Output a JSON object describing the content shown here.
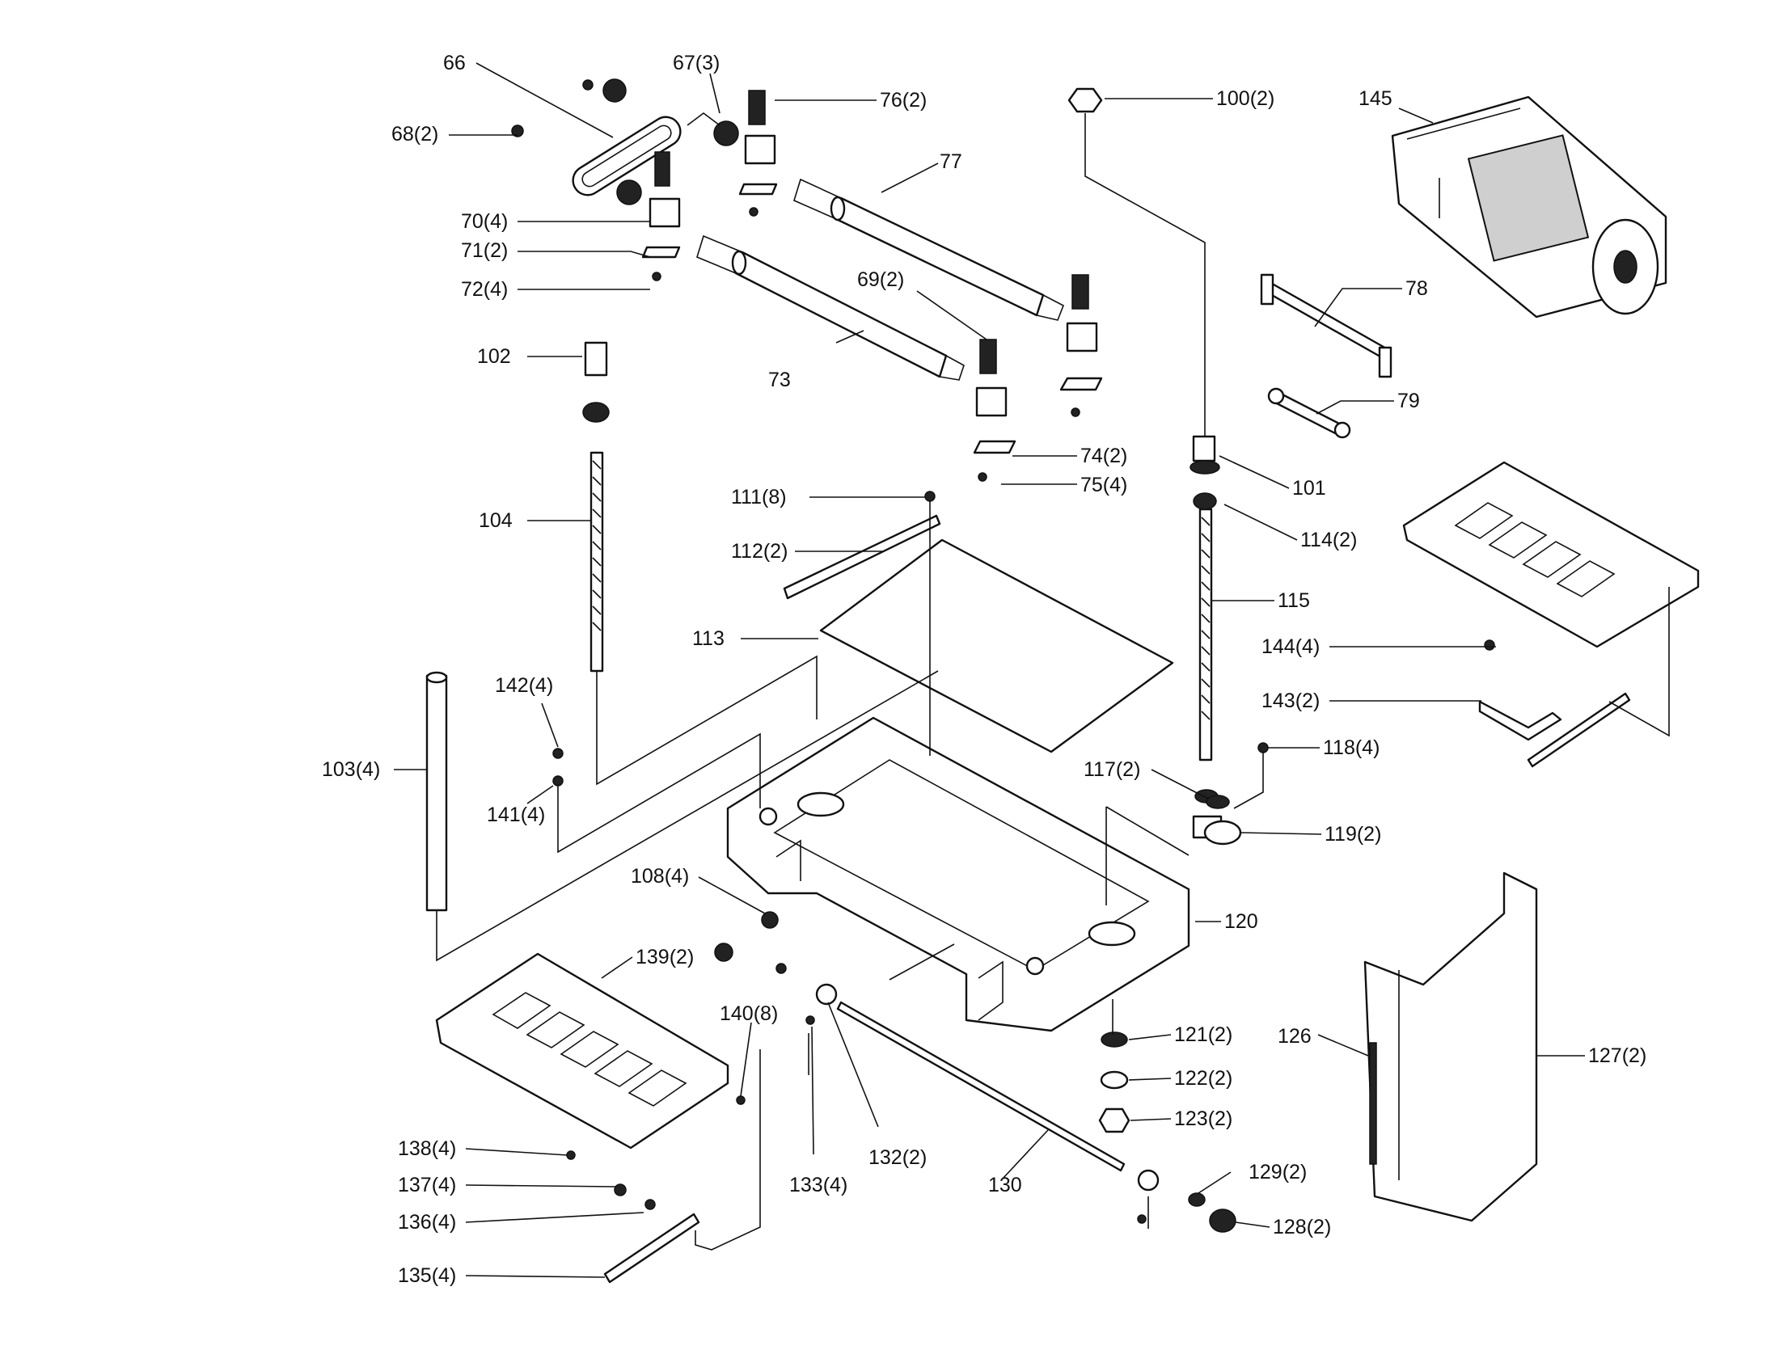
{
  "colors": {
    "ink": "#111111",
    "paper": "#ffffff",
    "shade": "#cfcfcf"
  },
  "labels": {
    "p66": "66",
    "p67": "67(3)",
    "p68": "68(2)",
    "p76": "76(2)",
    "p77": "77",
    "p70": "70(4)",
    "p71": "71(2)",
    "p72": "72(4)",
    "p69": "69(2)",
    "p73": "73",
    "p74": "74(2)",
    "p75": "75(4)",
    "p100": "100(2)",
    "p145": "145",
    "p78": "78",
    "p79": "79",
    "p101": "101",
    "p114": "114(2)",
    "p115": "115",
    "p144": "144(4)",
    "p143": "143(2)",
    "p118": "118(4)",
    "p117": "117(2)",
    "p119": "119(2)",
    "p102": "102",
    "p104": "104",
    "p111": "111(8)",
    "p112": "112(2)",
    "p113": "113",
    "p142": "142(4)",
    "p141": "141(4)",
    "p103": "103(4)",
    "p108": "108(4)",
    "p120": "120",
    "p139": "139(2)",
    "p140": "140(8)",
    "p121": "121(2)",
    "p122": "122(2)",
    "p123": "123(2)",
    "p126": "126",
    "p127": "127(2)",
    "p138": "138(4)",
    "p137": "137(4)",
    "p136": "136(4)",
    "p135": "135(4)",
    "p133": "133(4)",
    "p132": "132(2)",
    "p130": "130",
    "p129": "129(2)",
    "p128": "128(2)"
  }
}
